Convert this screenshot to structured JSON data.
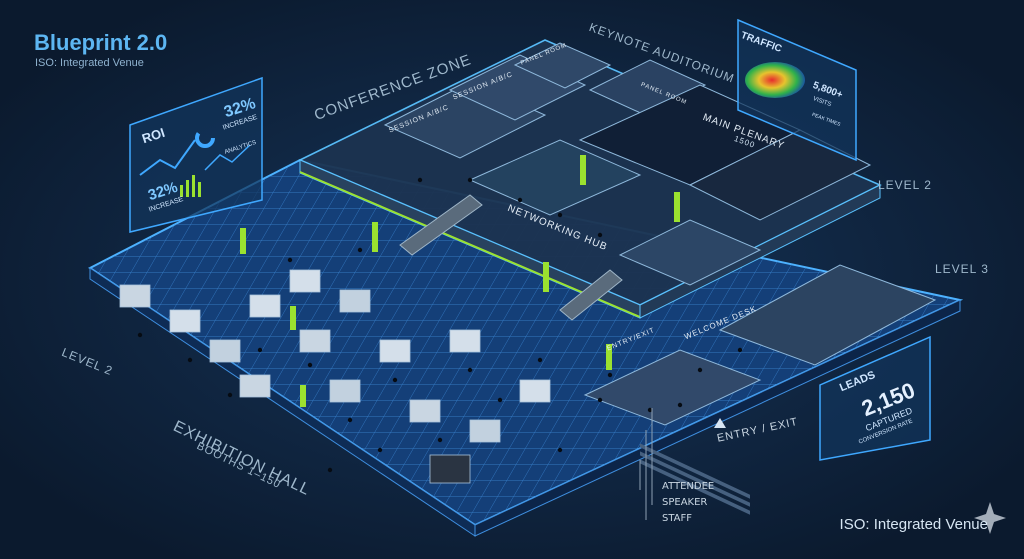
{
  "header": {
    "title": "Blueprint 2.0",
    "subtitle": "ISO: Integrated Venue"
  },
  "zones": {
    "conference_zone": "CONFERENCE ZONE",
    "keynote_auditorium": "KEYNOTE AUDITORIUM",
    "main_plenary": "MAIN PLENARY",
    "main_plenary_capacity": "1500",
    "networking_hub": "NETWORKING HUB",
    "session_a": "SESSION A/B/C",
    "session_b": "SESSION A/B/C",
    "panel_room_1": "PANEL ROOM",
    "panel_room_2": "PANEL ROOM",
    "exhibition_hall": "EXHIBITION HALL",
    "booths": "BOOTHS 1–150",
    "welcome_desk": "WELCOME DESK",
    "entry_exit_sign": "ENTRY/EXIT",
    "entry_exit": "ENTRY / EXIT",
    "level_2_left": "LEVEL 2",
    "level_2_right": "LEVEL 2",
    "level_3": "LEVEL 3"
  },
  "roi_panel": {
    "title": "ROI",
    "stat_top": "32%",
    "stat_top_label": "INCREASE",
    "analytics_label": "ANALYTICS",
    "stat_bottom": "32%",
    "stat_bottom_label": "INCREASE"
  },
  "traffic_panel": {
    "title": "TRAFFIC",
    "value": "5,800+",
    "value_label": "VISITS",
    "peak_label": "PEAK TIMES"
  },
  "leads_panel": {
    "title": "LEADS",
    "value": "2,150",
    "value_label": "CAPTURED",
    "rate_label": "CONVERSION RATE"
  },
  "legend": {
    "items": [
      "ATTENDEE",
      "SPEAKER",
      "STAFF"
    ]
  },
  "footer": {
    "label": "ISO: Integrated Venue"
  },
  "colors": {
    "background": "#0b1a2e",
    "accent_blue": "#3fa8ff",
    "accent_green": "#9be22f",
    "title_blue": "#5db6f2"
  }
}
